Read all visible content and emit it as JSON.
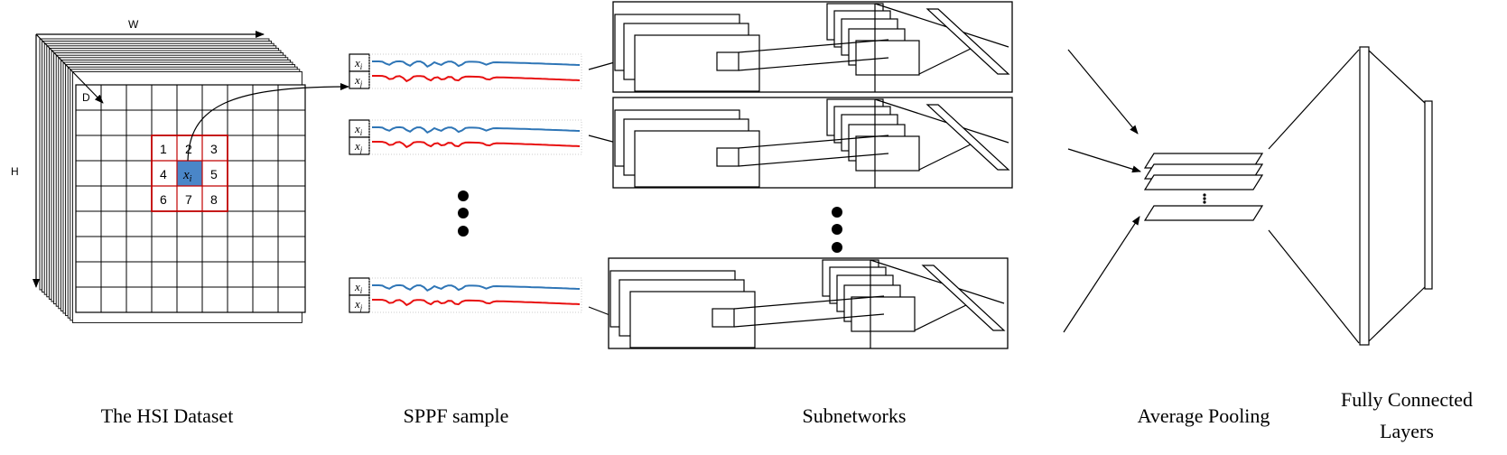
{
  "captions": {
    "dataset": "The HSI Dataset",
    "sample": "SPPF sample",
    "subnetworks": "Subnetworks",
    "pooling": "Average Pooling",
    "fc_line1": "Fully Connected",
    "fc_line2": "Layers"
  },
  "axes": {
    "width": "W",
    "height": "H",
    "depth": "D"
  },
  "neighborhood": {
    "row1": [
      "1",
      "2",
      "3"
    ],
    "row2_left": "4",
    "center_var": "x",
    "center_sub": "i",
    "row2_right": "5",
    "row3": [
      "6",
      "7",
      "8"
    ]
  },
  "pair_labels": {
    "var": "x",
    "sub_first": "i",
    "sub_second": "j"
  },
  "colors": {
    "grid_highlight": "#c00000",
    "center_fill": "#4a86c8",
    "spectrum_blue": "#2e75b6",
    "spectrum_red": "#e81010"
  }
}
